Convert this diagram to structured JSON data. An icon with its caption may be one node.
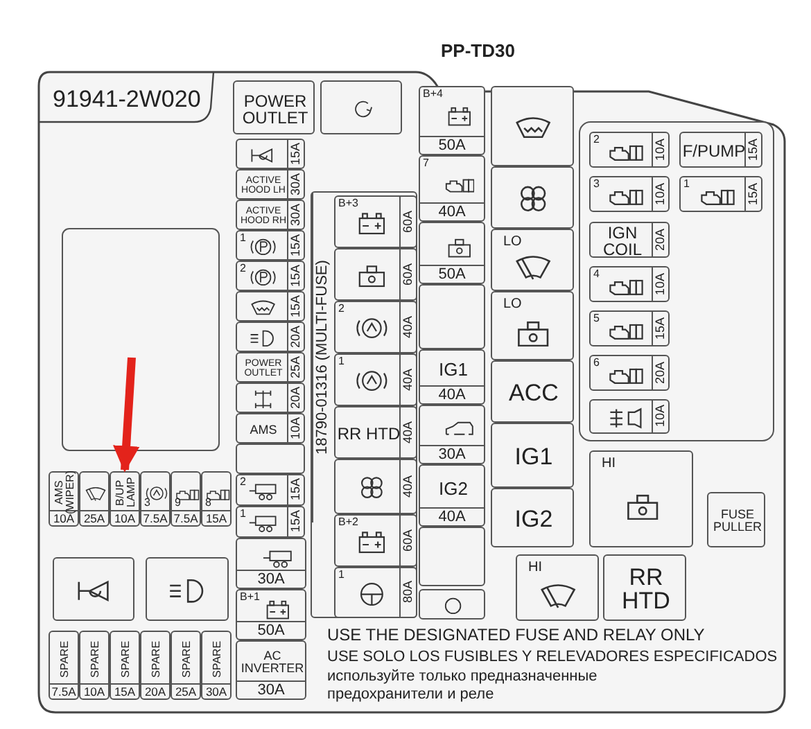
{
  "diagram": {
    "nodes": [
      {
        "text": [
          "POWER OUTLET"
        ]
      },
      {
        "text": [],
        "shape": "box"
      },
      {
        "text": [
          "15A"
        ]
      },
      {
        "text": [
          "ACTIVE HOOD LH",
          "30A"
        ]
      },
      {
        "text": [
          "ACTIVE HOOD RH",
          "30A"
        ]
      },
      {
        "text": [
          "1",
          "15A"
        ]
      },
      {
        "text": [
          "2",
          "15A"
        ]
      },
      {
        "text": [
          "15A"
        ]
      },
      {
        "text": [
          "20A"
        ]
      },
      {
        "text": [
          "POWER OUTLET",
          "25A"
        ]
      },
      {
        "text": [
          "20A"
        ]
      },
      {
        "text": [
          "AMS",
          "10A"
        ]
      },
      {
        "text": [],
        "shape": "box"
      },
      {
        "text": [
          "2",
          "15A"
        ]
      },
      {
        "text": [
          "1",
          "15A"
        ]
      },
      {
        "text": [
          "30A"
        ]
      },
      {
        "text": [
          "B+1",
          "50A"
        ]
      },
      {
        "text": [
          "AC INVERTER",
          "30A"
        ]
      },
      {
        "text": [
          "18790-01316 (MULTI-FUSE)"
        ]
      },
      {
        "text": [
          "B+3",
          "60A"
        ],
        "in": 18
      },
      {
        "text": [
          "60A"
        ],
        "in": 18
      },
      {
        "text": [
          "2",
          "40A"
        ],
        "in": 18
      },
      {
        "text": [
          "1",
          "40A"
        ],
        "in": 18
      },
      {
        "text": [
          "RR HTD",
          "40A"
        ],
        "in": 18
      },
      {
        "text": [
          "40A"
        ],
        "in": 18
      },
      {
        "text": [
          "B+2",
          "60A"
        ],
        "in": 18
      },
      {
        "text": [
          "1",
          "80A"
        ],
        "in": 18
      },
      {
        "text": [
          "B+4",
          "50A"
        ]
      },
      {
        "text": [
          "7",
          "40A"
        ]
      },
      {
        "text": [
          "50A"
        ]
      },
      {
        "text": [],
        "shape": "box"
      },
      {
        "text": [
          "IG1",
          "40A"
        ]
      },
      {
        "text": [
          "30A"
        ]
      },
      {
        "text": [
          "IG2",
          "40A"
        ]
      },
      {
        "text": [],
        "shape": "box"
      },
      {
        "text": [],
        "shape": "box"
      },
      {
        "text": [],
        "shape": "box"
      },
      {
        "text": [],
        "shape": "box"
      },
      {
        "text": [
          "LO"
        ]
      },
      {
        "text": [
          "LO"
        ]
      },
      {
        "text": [
          "ACC"
        ]
      },
      {
        "text": [
          "IG1"
        ]
      },
      {
        "text": [
          "IG2"
        ]
      },
      {
        "text": [
          "2",
          "10A"
        ]
      },
      {
        "text": [
          "F/PUMP",
          "15A"
        ]
      },
      {
        "text": [
          "3",
          "10A"
        ]
      },
      {
        "text": [
          "1",
          "15A"
        ]
      },
      {
        "text": [
          "IGN COIL",
          "20A"
        ]
      },
      {
        "text": [
          "4",
          "10A"
        ]
      },
      {
        "text": [
          "5",
          "15A"
        ]
      },
      {
        "text": [
          "6",
          "20A"
        ]
      },
      {
        "text": [
          "10A"
        ]
      },
      {
        "text": [
          "HI"
        ]
      },
      {
        "text": [
          "FUSE PULLER"
        ]
      },
      {
        "text": [
          "HI"
        ]
      },
      {
        "text": [
          "RR HTD"
        ]
      },
      {
        "text": [
          "AMS (WIPER)",
          "10A"
        ]
      },
      {
        "text": [
          "25A"
        ]
      },
      {
        "text": [
          "B/UP LAMP",
          "10A"
        ]
      },
      {
        "text": [
          "3",
          "7.5A"
        ]
      },
      {
        "text": [
          "9",
          "7.5A"
        ]
      },
      {
        "text": [
          "8",
          "15A"
        ]
      },
      {
        "text": [],
        "shape": "box"
      },
      {
        "text": [],
        "shape": "box"
      },
      {
        "text": [
          "SPARE",
          "7.5A"
        ]
      },
      {
        "text": [
          "SPARE",
          "10A"
        ]
      },
      {
        "text": [
          "SPARE",
          "15A"
        ]
      },
      {
        "text": [
          "SPARE",
          "20A"
        ]
      },
      {
        "text": [
          "SPARE",
          "25A"
        ]
      },
      {
        "text": [
          "SPARE",
          "30A"
        ]
      }
    ],
    "edges": [
      {
        "from": null,
        "to": 58,
        "arrow": "to",
        "color": "#e3231b"
      }
    ],
    "labels": [
      "PP-TD30",
      "91941-2W020",
      "USE THE DESIGNATED FUSE AND RELAY ONLY",
      "USE SOLO LOS FUSIBLES Y RELEVADORES ESPECIFICADOS",
      "используйте только предназначенные предохранители и реле"
    ]
  }
}
